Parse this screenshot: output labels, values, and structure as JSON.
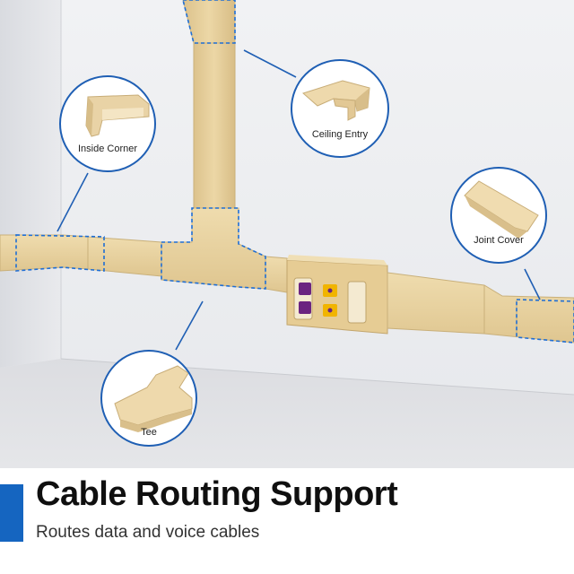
{
  "colors": {
    "accent": "#1565c0",
    "raceway": "#e8d3a2",
    "callout_outline": "#1f5fb4"
  },
  "callouts": {
    "inside_corner": {
      "label": "Inside Corner"
    },
    "ceiling_entry": {
      "label": "Ceiling Entry"
    },
    "joint_cover": {
      "label": "Joint Cover"
    },
    "tee": {
      "label": "Tee"
    }
  },
  "caption": {
    "title": "Cable Routing Support",
    "subtitle": "Routes data and voice cables"
  }
}
